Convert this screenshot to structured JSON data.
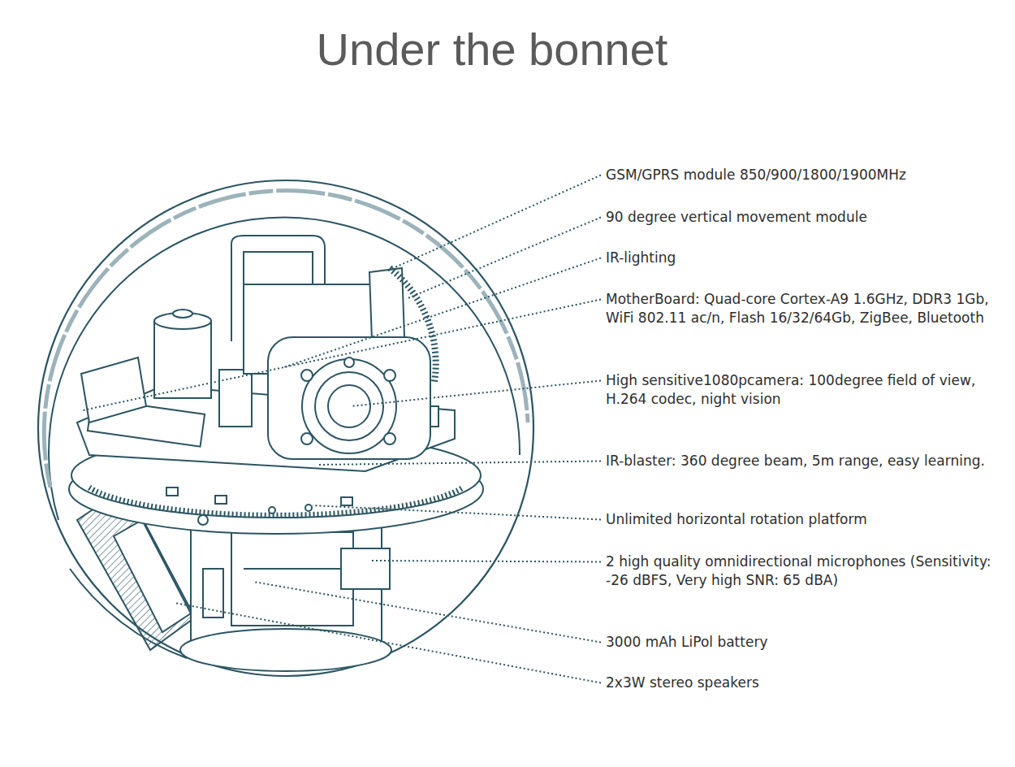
{
  "diagram": {
    "title": "Under the bonnet",
    "labels": [
      "GSM/GPRS module 850/900/1800/1900MHz",
      "90 degree vertical movement module",
      "IR-lighting",
      "MotherBoard: Quad-core Cortex-A9 1.6GHz, DDR3 1Gb, WiFi 802.11 ac/n, Flash 16/32/64Gb, ZigBee, Bluetooth",
      "High sensitive1080pcamera: 100degree field of view, H.264 codec, night vision",
      "IR-blaster: 360 degree beam, 5m range, easy learning.",
      "Unlimited horizontal rotation platform",
      "2 high quality omnidirectional microphones (Sensitivity: -26 dBFS, Very high SNR: 65 dBA)",
      "3000 mAh LiPol battery",
      "2x3W stereo speakers"
    ]
  }
}
